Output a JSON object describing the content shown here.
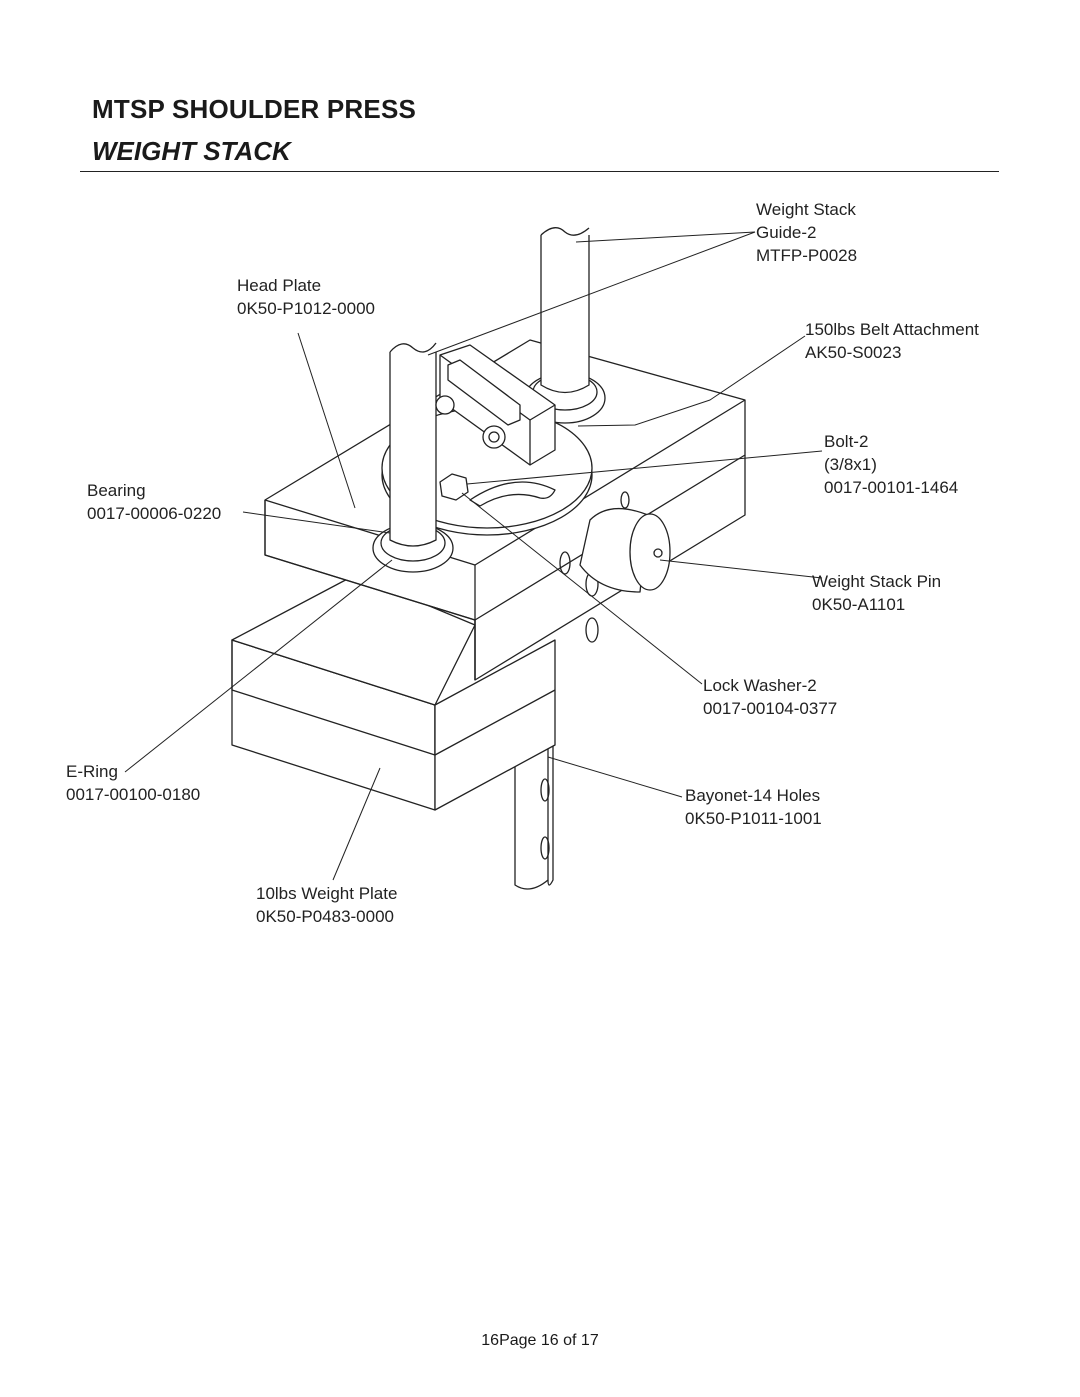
{
  "header": {
    "title": "MTSP SHOULDER PRESS",
    "subtitle": "WEIGHT STACK"
  },
  "parts": {
    "guide": [
      "Weight Stack",
      "Guide-2",
      "MTFP-P0028"
    ],
    "head_plate": [
      "Head Plate",
      "0K50-P1012-0000"
    ],
    "belt": [
      "150lbs Belt Attachment",
      "AK50-S0023"
    ],
    "bolt": [
      "Bolt-2",
      "(3/8x1)",
      "0017-00101-1464"
    ],
    "bearing": [
      "Bearing",
      "0017-00006-0220"
    ],
    "pin": [
      "Weight Stack Pin",
      "0K50-A1101"
    ],
    "washer": [
      "Lock Washer-2",
      "0017-00104-0377"
    ],
    "ering": [
      "E-Ring",
      "0017-00100-0180"
    ],
    "bayonet": [
      "Bayonet-14 Holes",
      "0K50-P1011-1001"
    ],
    "plate": [
      "10lbs Weight Plate",
      "0K50-P0483-0000"
    ]
  },
  "footer": {
    "page_label": "16Page 16 of 17"
  }
}
